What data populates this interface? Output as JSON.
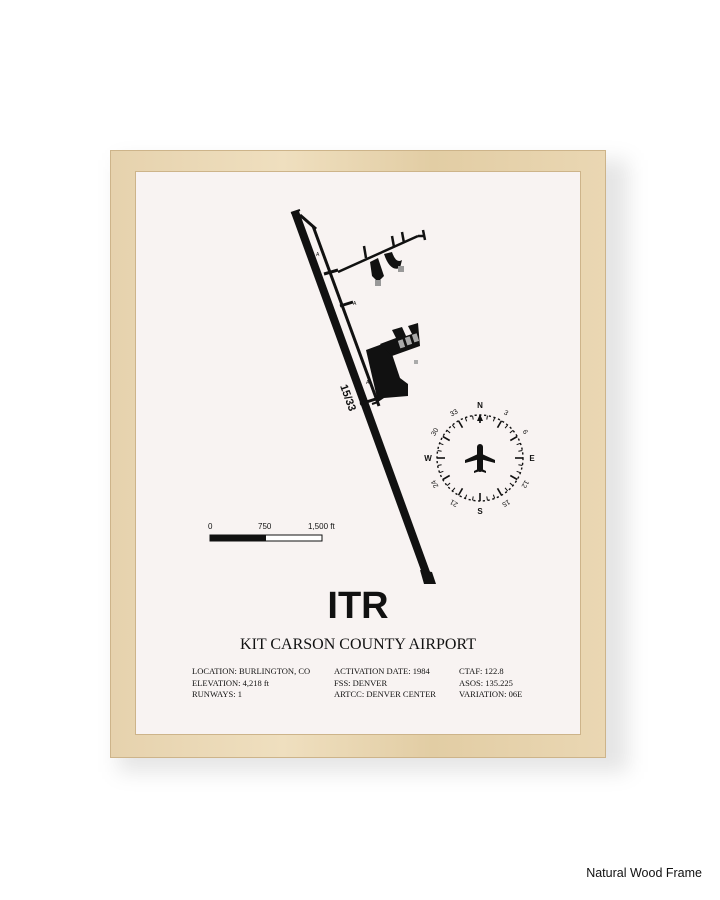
{
  "airport": {
    "code": "ITR",
    "name": "KIT CARSON COUNTY AIRPORT",
    "runway_label": "15/33"
  },
  "scale_bar": {
    "labels": [
      "0",
      "750",
      "1,500 ft"
    ]
  },
  "compass": {
    "cardinals": [
      "N",
      "E",
      "S",
      "W"
    ],
    "headings": [
      "3",
      "6",
      "12",
      "15",
      "21",
      "24",
      "30",
      "33"
    ]
  },
  "info": {
    "col1": [
      "LOCATION: BURLINGTON, CO",
      "ELEVATION: 4,218 ft",
      "RUNWAYS: 1"
    ],
    "col2": [
      "ACTIVATION DATE: 1984",
      "FSS: DENVER",
      "ARTCC: DENVER CENTER"
    ],
    "col3": [
      "CTAF: 122.8",
      "ASOS: 135.225",
      "VARIATION: 06E"
    ]
  },
  "caption": "Natural Wood Frame",
  "colors": {
    "frame": "#e9d6b2",
    "poster": "#f8f3f2",
    "ink": "#111111"
  }
}
